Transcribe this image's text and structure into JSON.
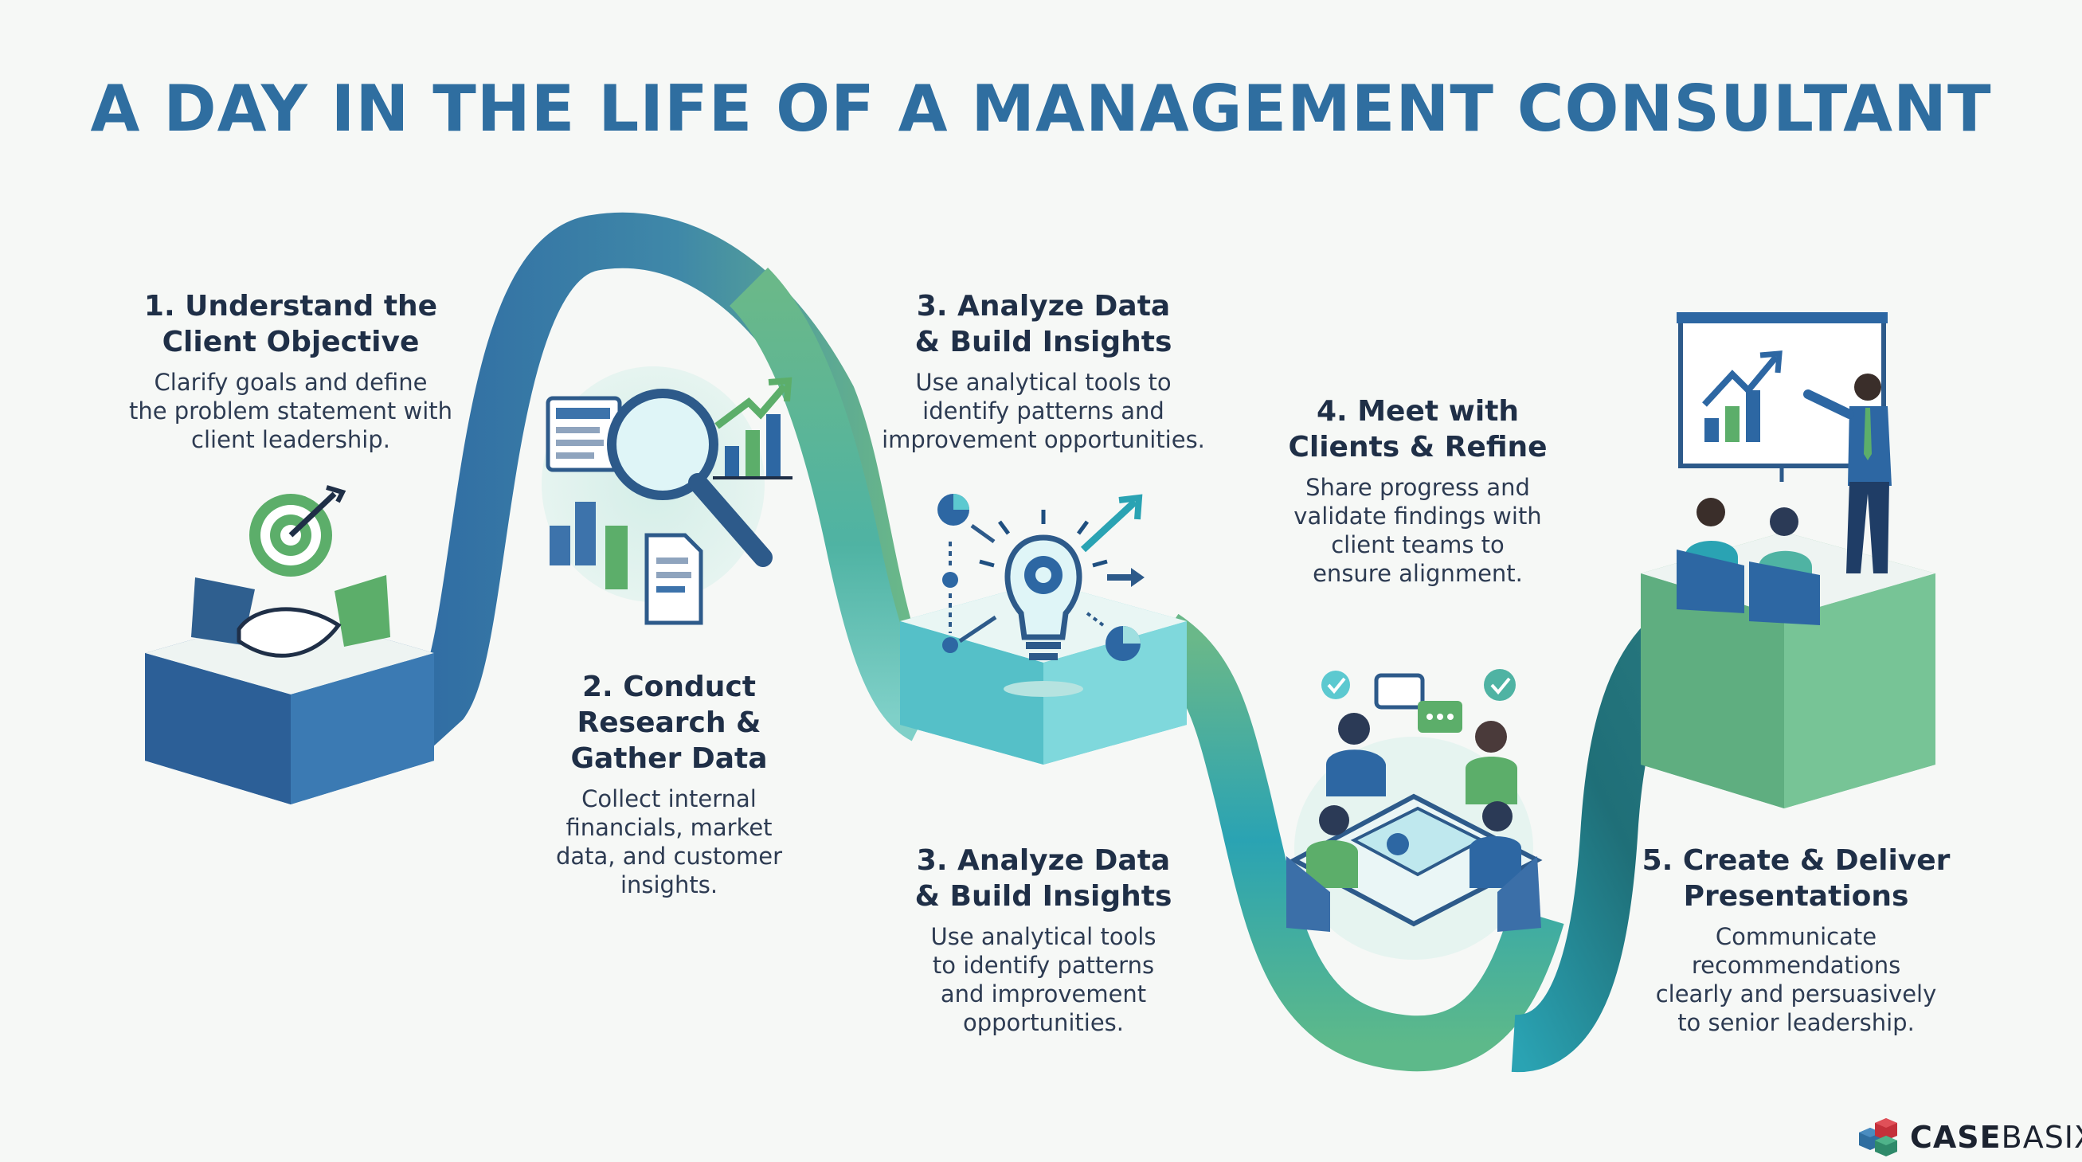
{
  "title": "A DAY IN THE LIFE OF A MANAGEMENT CONSULTANT",
  "steps": [
    {
      "heading": [
        "1. Understand the",
        "Client Objective"
      ],
      "body": [
        "Clarify goals and define",
        "the problem statement with",
        "client leadership."
      ]
    },
    {
      "heading": [
        "2. Conduct",
        "Research &",
        "Gather Data"
      ],
      "body": [
        "Collect internal",
        "financials, market",
        "data, and customer",
        "insights."
      ]
    },
    {
      "heading": [
        "3. Analyze Data",
        "& Build Insights"
      ],
      "body": [
        "Use analytical tools to",
        "identify patterns and",
        "improvement opportunities."
      ]
    },
    {
      "heading": [
        "3. Analyze Data",
        "& Build Insights"
      ],
      "body": [
        "Use analytical tools",
        "to identify patterns",
        "and improvement",
        "opportunities."
      ]
    },
    {
      "heading": [
        "4. Meet with",
        "Clients & Refine"
      ],
      "body": [
        "Share progress and",
        "validate findings with",
        "client teams to",
        "ensure alignment."
      ]
    },
    {
      "heading": [
        "5. Create & Deliver",
        "Presentations"
      ],
      "body": [
        "Communicate",
        "recommendations",
        "clearly and persuasively",
        "to senior leadership."
      ]
    }
  ],
  "icons": {
    "step1": "target-handshake-icon",
    "step2": "magnifier-research-icon",
    "step3": "lightbulb-gear-icon",
    "step4": "team-meeting-icon",
    "step5": "presentation-icon"
  },
  "logo": {
    "bold": "CASE",
    "light": "BASIX"
  },
  "colors": {
    "title": "#2f6ea0",
    "path_blue": "#2f6aa3",
    "path_green": "#6ab889",
    "path_teal": "#2aa3b3",
    "path_dark_teal": "#1f6f78",
    "platform_blue": "#2d67a3",
    "platform_teal": "#5cc9d0",
    "platform_green": "#6ab889",
    "background": "#f6f8f6"
  }
}
